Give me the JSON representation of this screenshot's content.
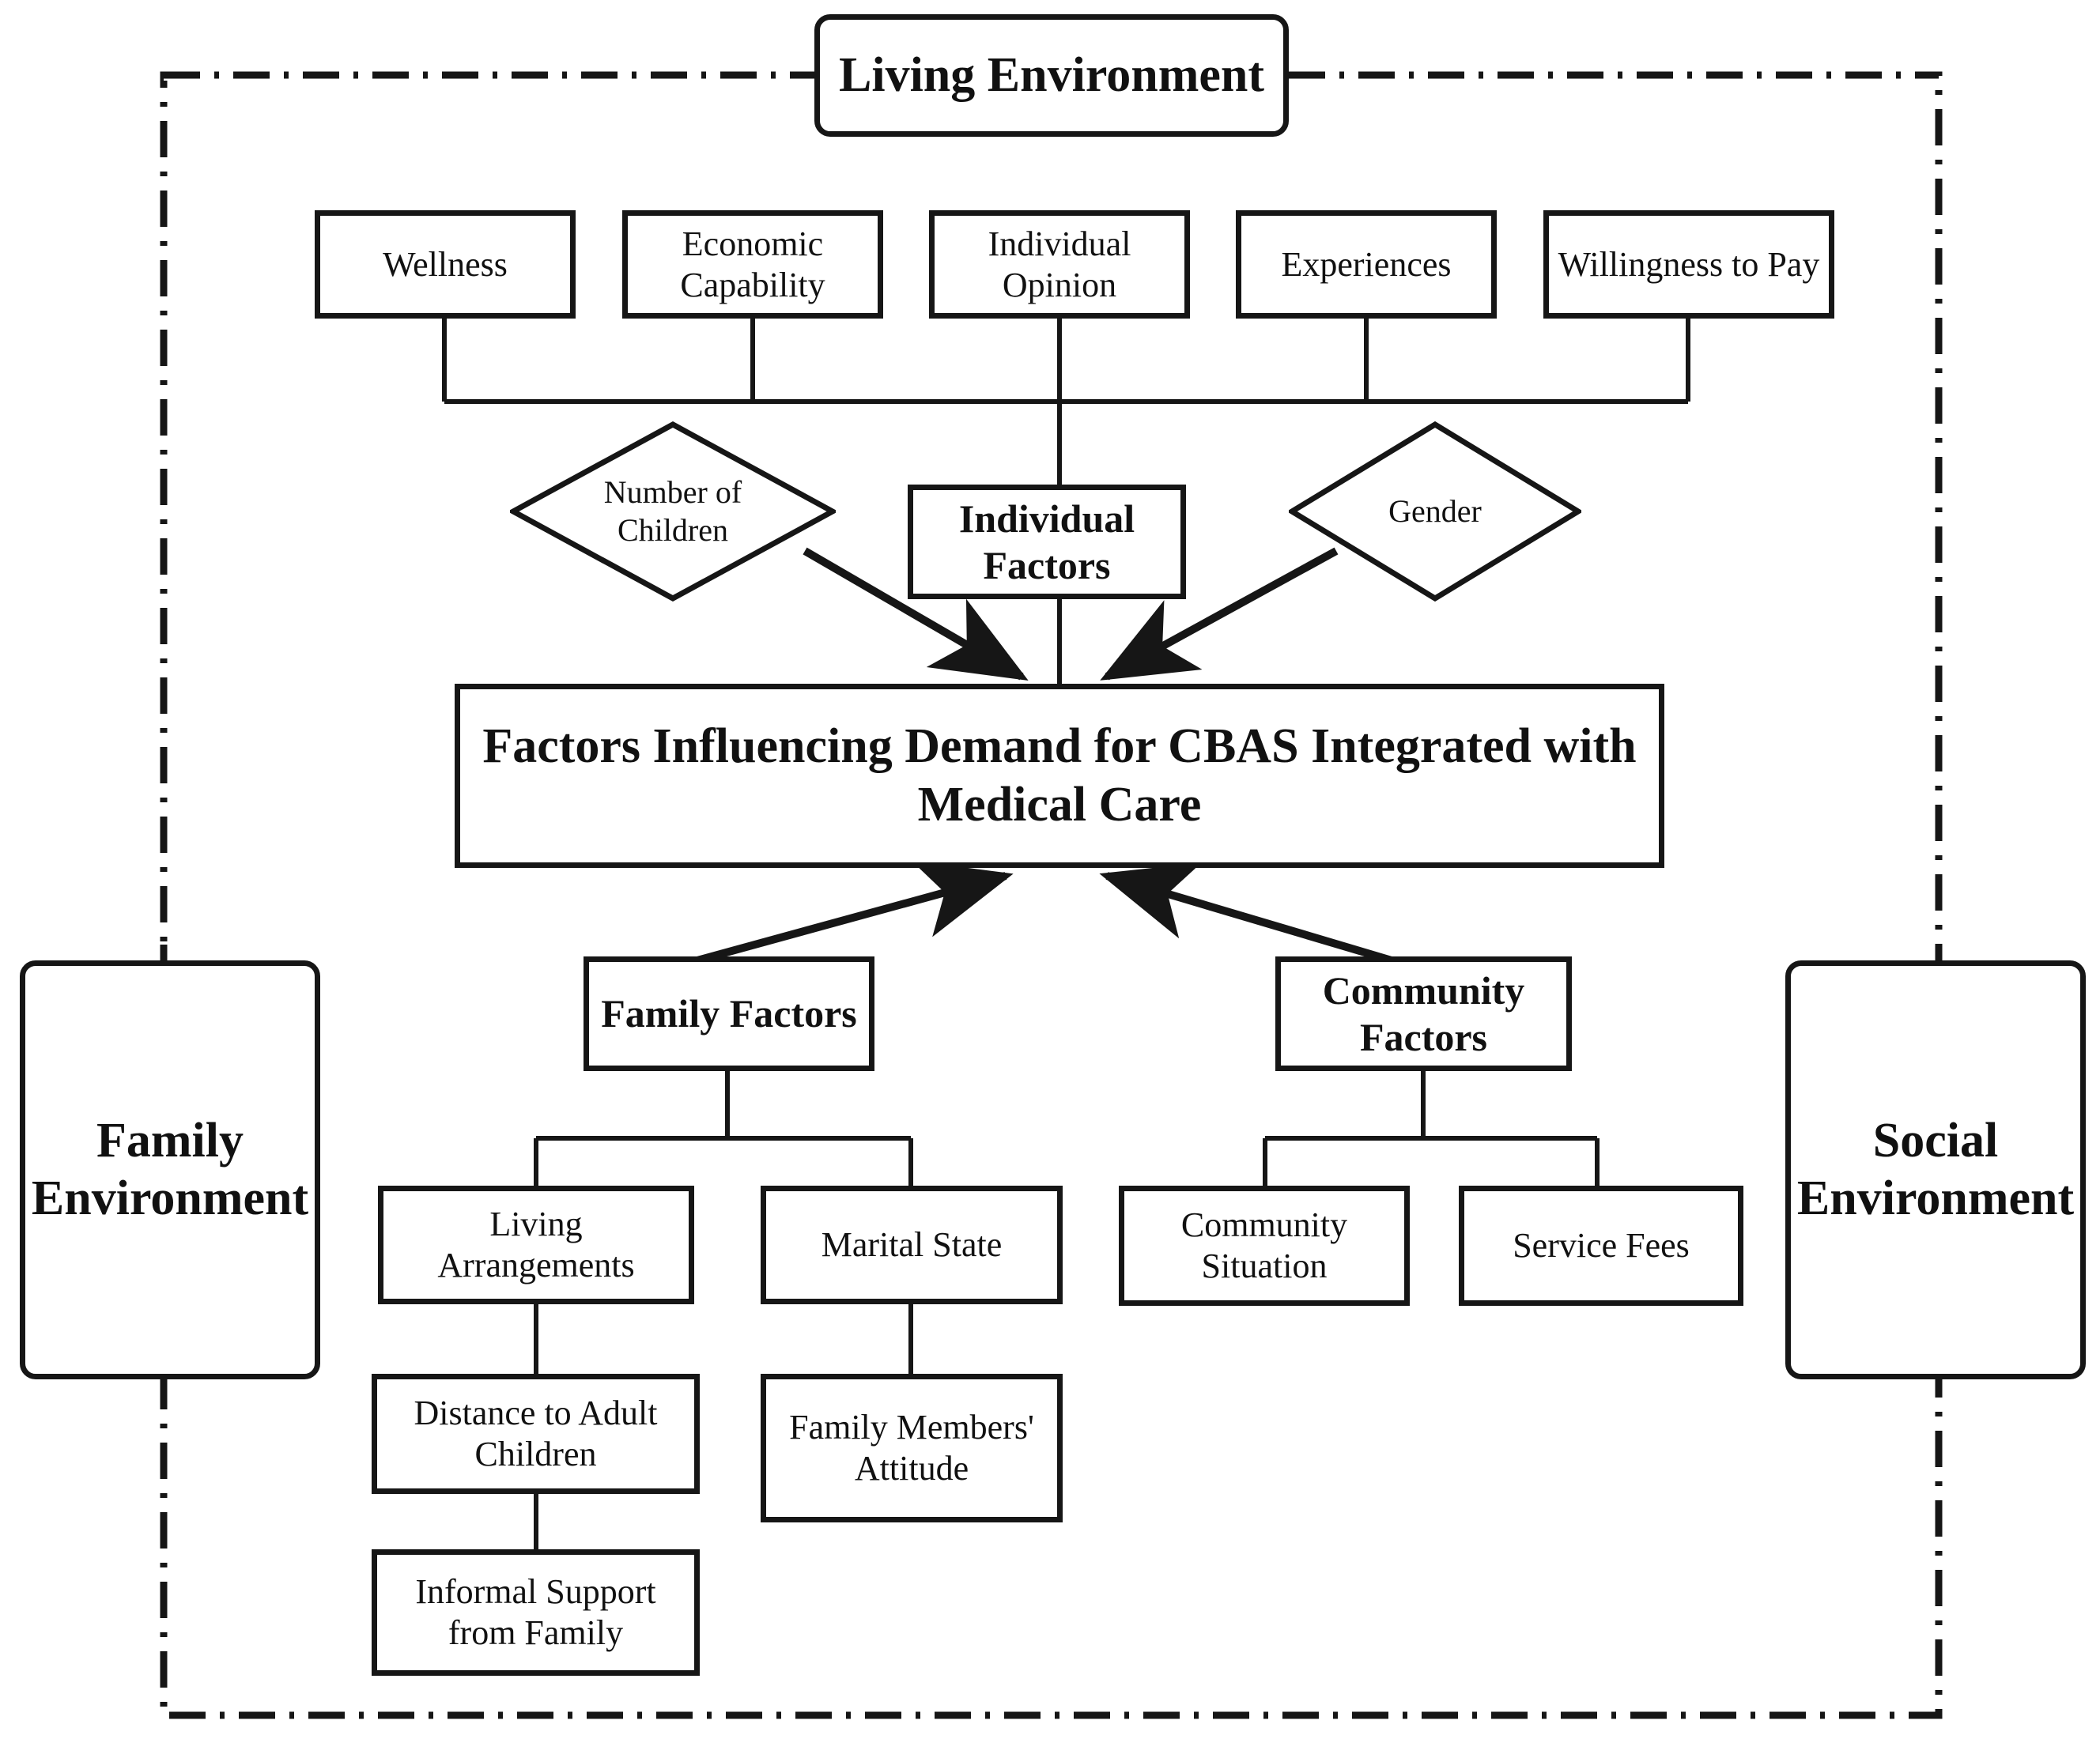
{
  "diagram": {
    "title": "Factors Influencing Demand for CBAS Integrated with Medical Care",
    "frame": {
      "style": "dash-dot-border"
    },
    "environments": {
      "living": "Living Environment",
      "family": "Family Environment",
      "social": "Social Environment"
    },
    "individual_inputs": [
      {
        "id": "wellness",
        "label": "Wellness"
      },
      {
        "id": "economic-capability",
        "label": "Economic Capability"
      },
      {
        "id": "individual-opinion",
        "label": "Individual Opinion"
      },
      {
        "id": "experiences",
        "label": "Experiences"
      },
      {
        "id": "willingness-to-pay",
        "label": "Willingness to Pay"
      }
    ],
    "diamonds": [
      {
        "id": "number-of-children",
        "label": "Number of Children"
      },
      {
        "id": "gender",
        "label": "Gender"
      }
    ],
    "factor_groups": [
      {
        "id": "individual-factors",
        "label": "Individual Factors"
      },
      {
        "id": "family-factors",
        "label": "Family Factors"
      },
      {
        "id": "community-factors",
        "label": "Community Factors"
      }
    ],
    "family_children": [
      {
        "id": "living-arrangements",
        "label": "Living Arrangements"
      },
      {
        "id": "marital-state",
        "label": "Marital State"
      },
      {
        "id": "distance-to-adult-children",
        "label": "Distance to Adult Children"
      },
      {
        "id": "family-members-attitude",
        "label": "Family Members' Attitude"
      },
      {
        "id": "informal-support-from-family",
        "label": "Informal Support from Family"
      }
    ],
    "community_children": [
      {
        "id": "community-situation",
        "label": "Community Situation"
      },
      {
        "id": "service-fees",
        "label": "Service Fees"
      }
    ],
    "colors": {
      "stroke": "#161616",
      "text": "#111111",
      "background": "#ffffff"
    }
  }
}
